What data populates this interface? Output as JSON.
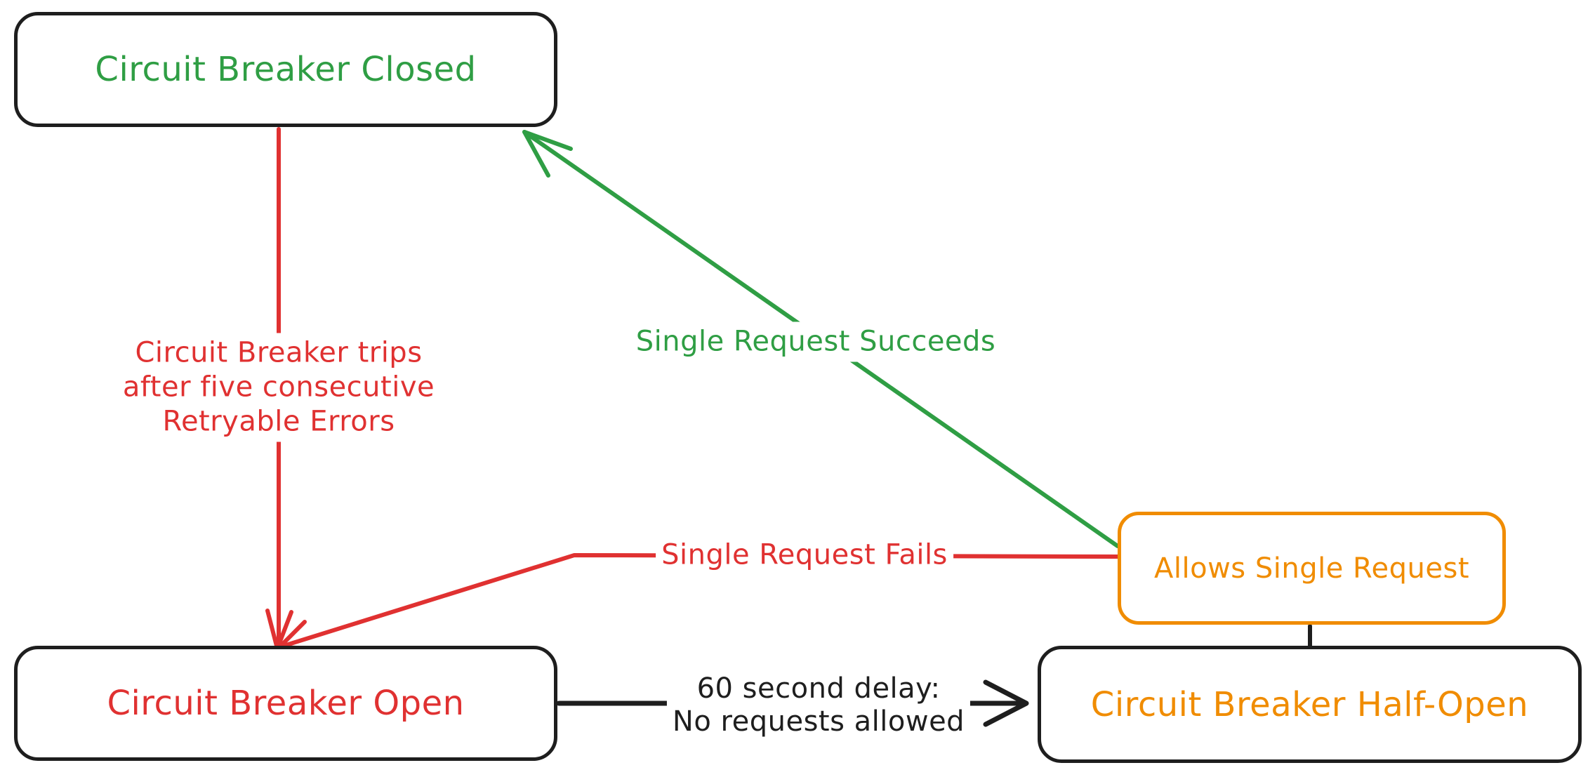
{
  "canvas": {
    "background": "#ffffff"
  },
  "colors": {
    "green": "#2f9e44",
    "red": "#e03131",
    "orange": "#f08c00",
    "black": "#1e1e1e"
  },
  "nodes": [
    {
      "id": "circuit-breaker-closed",
      "label": "Circuit Breaker Closed",
      "text_color": "#2f9e44",
      "border_color": "#1e1e1e"
    },
    {
      "id": "circuit-breaker-open",
      "label": "Circuit Breaker Open",
      "text_color": "#e03131",
      "border_color": "#1e1e1e"
    },
    {
      "id": "circuit-breaker-half-open",
      "label": "Circuit Breaker Half-Open",
      "text_color": "#f08c00",
      "border_color": "#1e1e1e"
    },
    {
      "id": "allows-single-request",
      "label": "Allows Single Request",
      "text_color": "#f08c00",
      "border_color": "#f08c00"
    }
  ],
  "edges": [
    {
      "id": "closed-to-open",
      "from": "circuit-breaker-closed",
      "to": "circuit-breaker-open",
      "color": "#e03131",
      "label_lines": [
        "Circuit Breaker trips",
        "after five consecutive",
        "Retryable Errors"
      ]
    },
    {
      "id": "allows-to-closed",
      "from": "allows-single-request",
      "to": "circuit-breaker-closed",
      "color": "#2f9e44",
      "label": "Single Request Succeeds"
    },
    {
      "id": "allows-to-open",
      "from": "allows-single-request",
      "to": "circuit-breaker-open",
      "color": "#e03131",
      "label": "Single Request Fails"
    },
    {
      "id": "open-to-half-open",
      "from": "circuit-breaker-open",
      "to": "circuit-breaker-half-open",
      "color": "#1e1e1e",
      "label_lines": [
        "60 second delay:",
        "No requests allowed"
      ]
    },
    {
      "id": "allows-to-half-open",
      "from": "allows-single-request",
      "to": "circuit-breaker-half-open",
      "color": "#1e1e1e",
      "label": ""
    }
  ]
}
